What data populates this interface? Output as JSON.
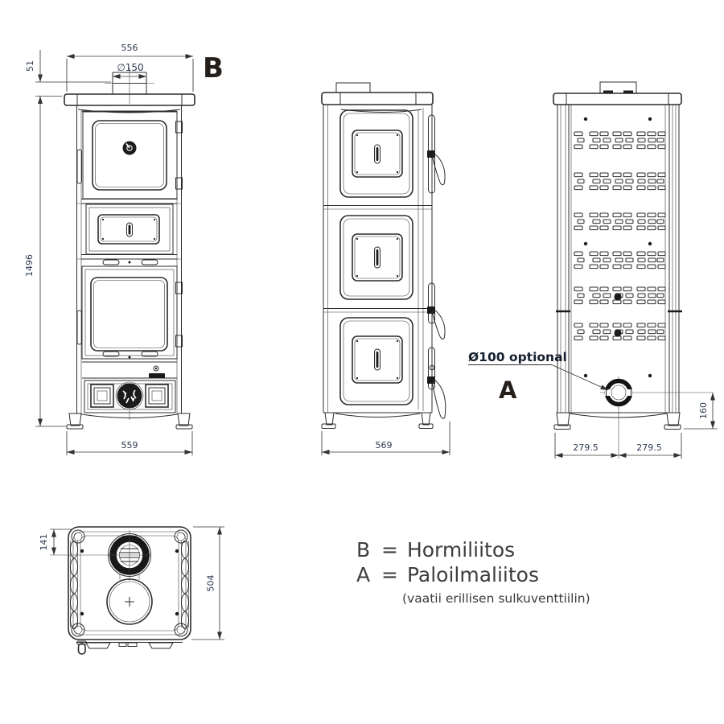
{
  "front_view": {
    "marker": "B",
    "dim_top_width": "556",
    "dim_flue_stub_height": "51",
    "dim_flue_diameter": "∅150",
    "dim_overall_height": "1496",
    "dim_base_width": "559"
  },
  "side_view": {
    "dim_overall_depth": "569"
  },
  "back_view": {
    "marker": "A",
    "note_air_inlet": "Ø100 optional",
    "dim_inlet_height": "160",
    "dim_inlet_offset_left": "279.5",
    "dim_inlet_offset_right": "279.5"
  },
  "top_view": {
    "dim_flue_center_from_back": "141",
    "dim_depth": "504"
  },
  "legend": {
    "items": [
      {
        "key": "B",
        "separator": "=",
        "value": "Hormiliitos"
      },
      {
        "key": "A",
        "separator": "=",
        "value": "Paloilmaliitos"
      }
    ],
    "note": "(vaatii erillisen sulkuventtiilin)"
  },
  "colors": {
    "background": "#ffffff",
    "line": "#2c2c2c",
    "dim_text": "#2e3a52",
    "legend_text": "#3d3d3d",
    "marker_text": "#241f1b"
  }
}
